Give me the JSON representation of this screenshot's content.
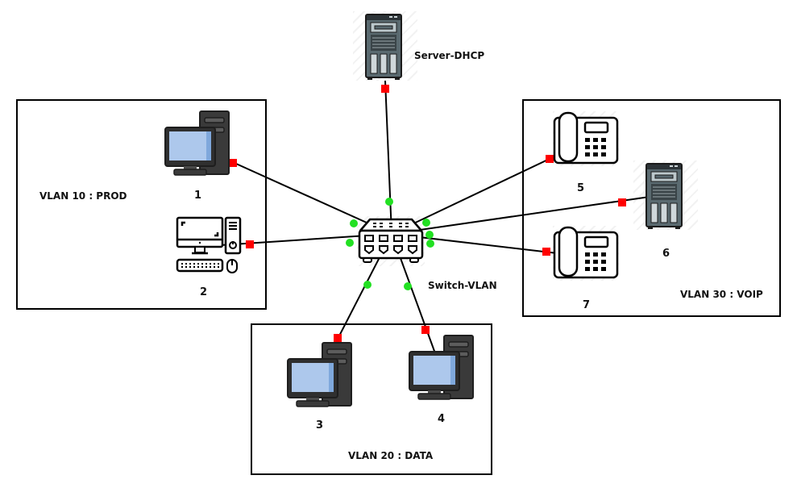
{
  "diagram": {
    "title": "",
    "vlans": [
      {
        "id": "vlan10",
        "label": "VLAN 10 : PROD"
      },
      {
        "id": "vlan20",
        "label": "VLAN 20 : DATA"
      },
      {
        "id": "vlan30",
        "label": "VLAN 30 : VOIP"
      }
    ],
    "nodes": {
      "server_dhcp": {
        "label": "Server-DHCP",
        "type": "server-icon"
      },
      "switch": {
        "label": "Switch-VLAN",
        "type": "switch-icon"
      },
      "pc1": {
        "label": "1",
        "type": "desktop-pc-icon",
        "vlan": "vlan10"
      },
      "pc2": {
        "label": "2",
        "type": "workstation-icon",
        "vlan": "vlan10"
      },
      "pc3": {
        "label": "3",
        "type": "desktop-pc-icon",
        "vlan": "vlan20"
      },
      "pc4": {
        "label": "4",
        "type": "desktop-pc-icon",
        "vlan": "vlan20"
      },
      "phone5": {
        "label": "5",
        "type": "ip-phone-icon",
        "vlan": "vlan30"
      },
      "server6": {
        "label": "6",
        "type": "server-icon",
        "vlan": "vlan30"
      },
      "phone7": {
        "label": "7",
        "type": "ip-phone-icon",
        "vlan": "vlan30"
      }
    },
    "links": [
      {
        "from": "switch",
        "to": "server_dhcp"
      },
      {
        "from": "switch",
        "to": "pc1"
      },
      {
        "from": "switch",
        "to": "pc2"
      },
      {
        "from": "switch",
        "to": "pc3"
      },
      {
        "from": "switch",
        "to": "pc4"
      },
      {
        "from": "switch",
        "to": "phone5"
      },
      {
        "from": "switch",
        "to": "server6"
      },
      {
        "from": "switch",
        "to": "phone7"
      }
    ],
    "colors": {
      "link": "#000000",
      "switch_port": "#22e022",
      "device_port": "#ff0000",
      "screen": "#adc8ec",
      "pc_body": "#3a3a3a",
      "server_body": "#5a6a70"
    }
  }
}
